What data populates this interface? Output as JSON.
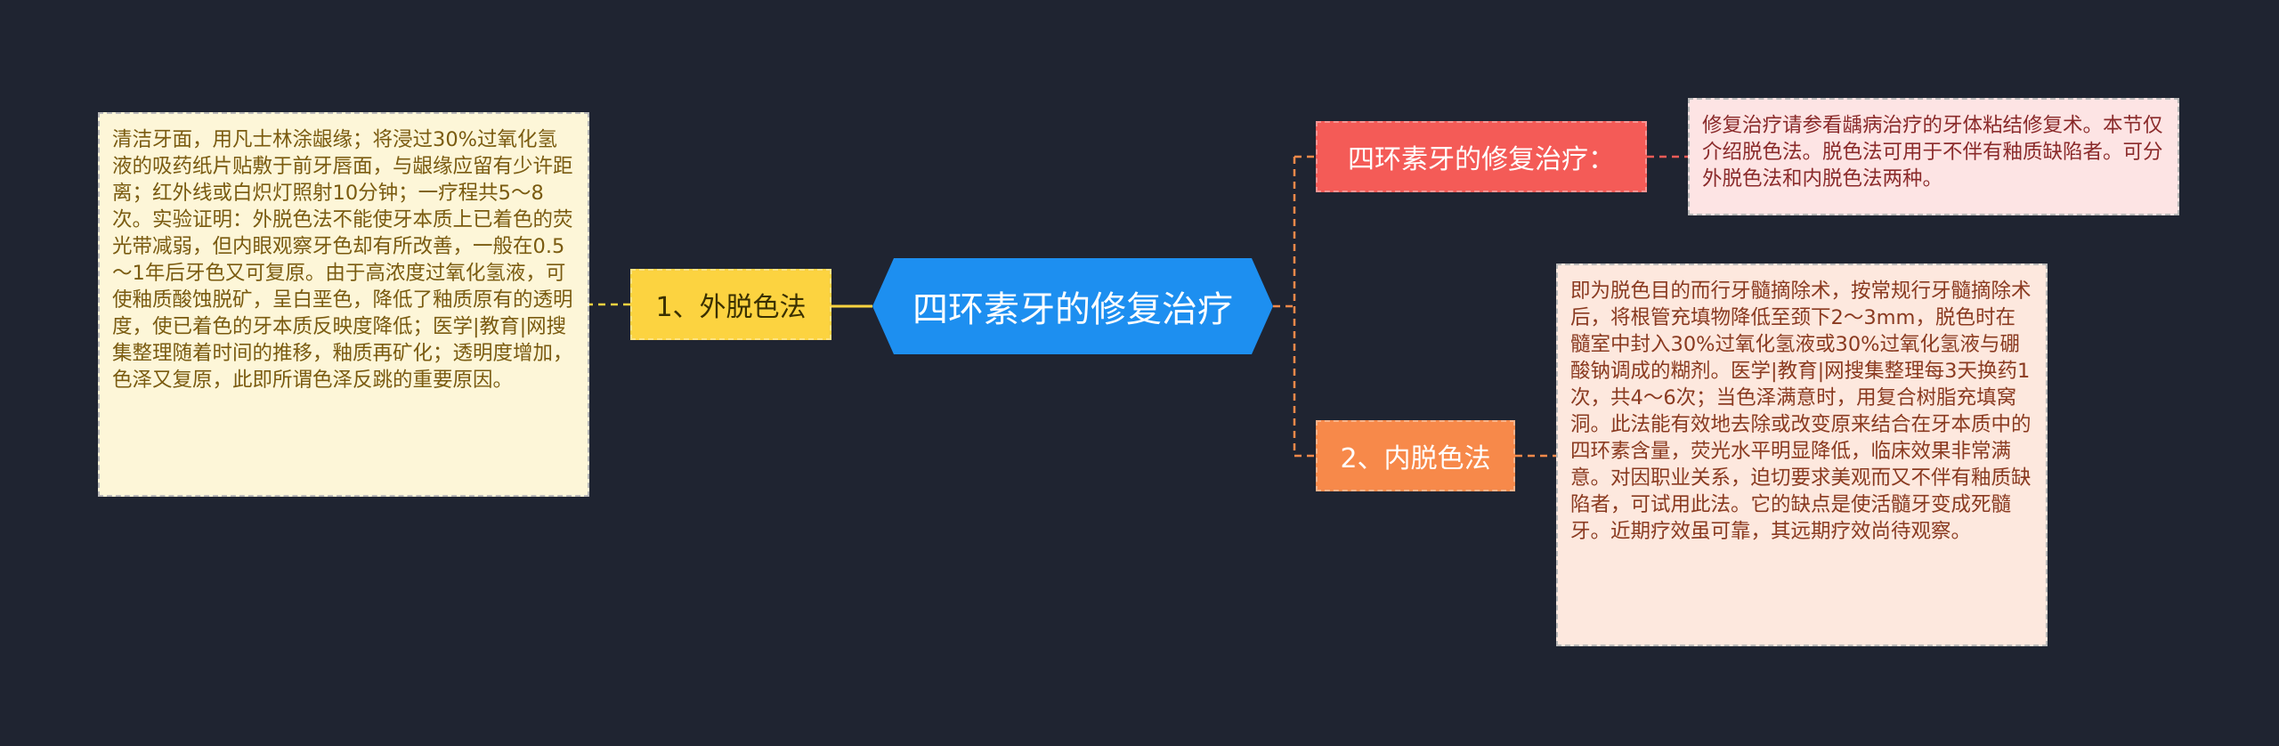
{
  "mindmap": {
    "root": {
      "label": "四环素牙的修复治疗"
    },
    "branches": {
      "left": {
        "label": "1、外脱色法",
        "note": "清洁牙面，用凡士林涂龈缘；将浸过30%过氧化氢液的吸药纸片贴敷于前牙唇面，与龈缘应留有少许距离；红外线或白炽灯照射10分钟；一疗程共5～8次。实验证明：外脱色法不能使牙本质上已着色的荧光带减弱，但内眼观察牙色却有所改善，一般在0.5～1年后牙色又可复原。由于高浓度过氧化氢液，可使釉质酸蚀脱矿，呈白垩色，降低了釉质原有的透明度，使已着色的牙本质反映度降低；医学|教育|网搜集整理随着时间的推移，釉质再矿化；透明度增加，色泽又复原，此即所谓色泽反跳的重要原因。"
      },
      "top": {
        "label": "四环素牙的修复治疗：",
        "note": "修复治疗请参看龋病治疗的牙体粘结修复术。本节仅介绍脱色法。脱色法可用于不伴有釉质缺陷者。可分外脱色法和内脱色法两种。"
      },
      "bottom": {
        "label": "2、内脱色法",
        "note": "即为脱色目的而行牙髓摘除术，按常规行牙髓摘除术后，将根管充填物降低至颈下2～3mm，脱色时在髓室中封入30%过氧化氢液或30%过氧化氢液与硼酸钠调成的糊剂。医学|教育|网搜集整理每3天换药1次，共4～6次；当色泽满意时，用复合树脂充填窝洞。此法能有效地去除或改变原来结合在牙本质中的四环素含量，荧光水平明显降低，临床效果非常满意。对因职业关系，迫切要求美观而又不伴有釉质缺陷者，可试用此法。它的缺点是使活髓牙变成死髓牙。近期疗效虽可靠，其远期疗效尚待观察。"
      }
    },
    "colors": {
      "background": "#1f2431",
      "root": "#1d8ff0",
      "left_branch": "#fcd340",
      "top_branch": "#f45b57",
      "bottom_branch": "#f7894a",
      "left_connector": "#fcd340",
      "right_connector": "#f7894a"
    }
  }
}
